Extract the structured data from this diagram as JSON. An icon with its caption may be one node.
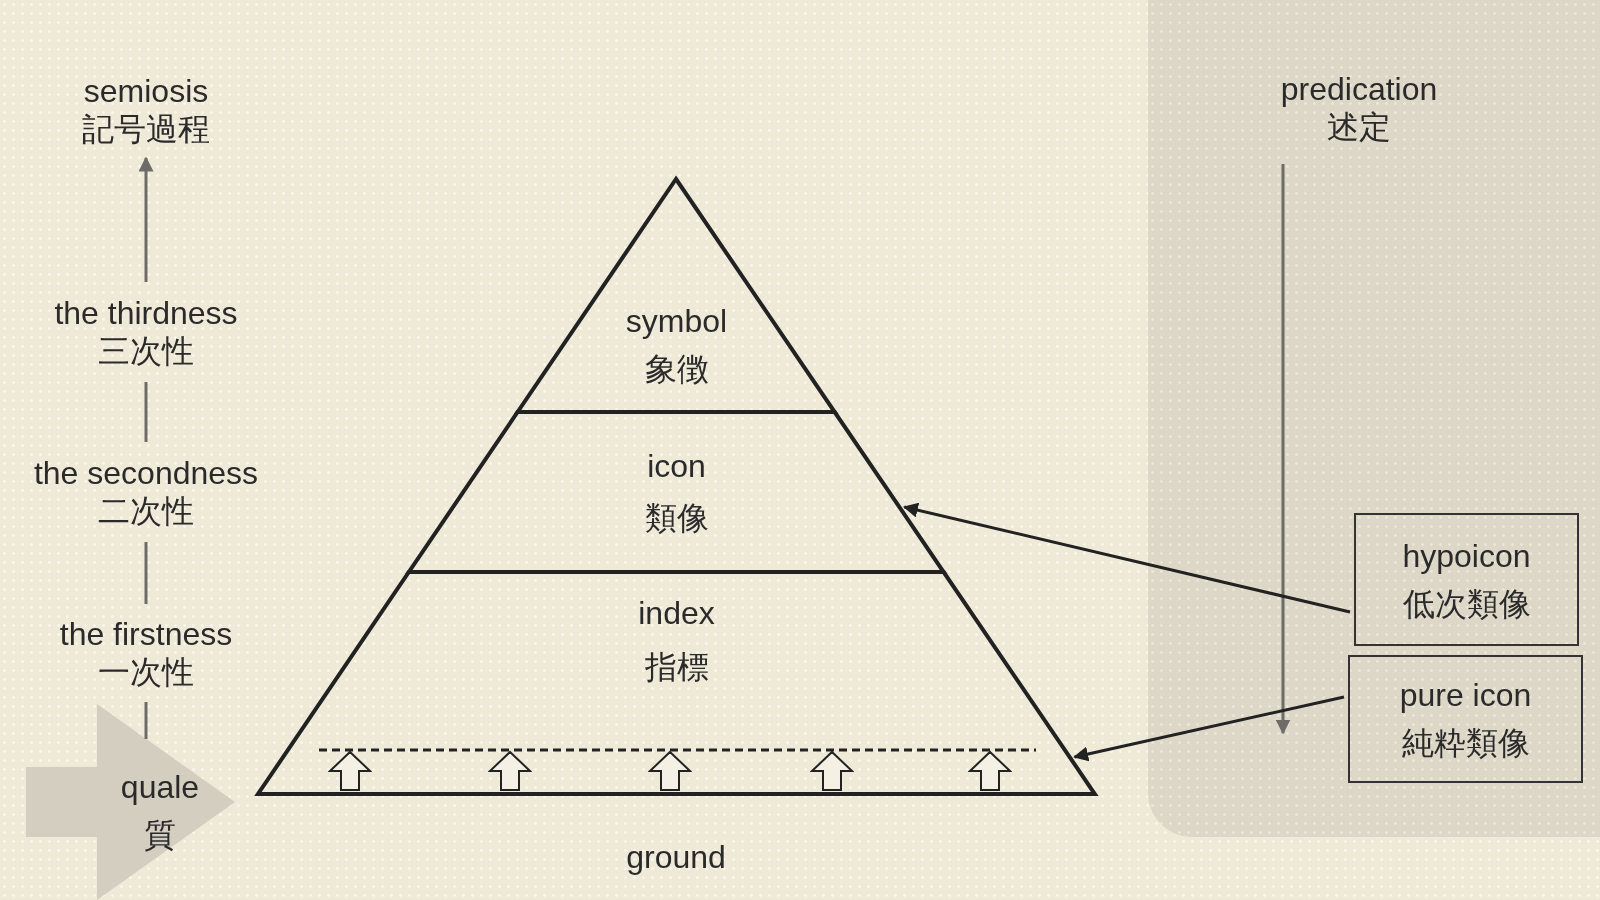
{
  "diagram": {
    "nodes": [
      {
        "text": [
          "semiosis",
          "記号過程"
        ]
      },
      {
        "text": [
          "the thirdness",
          "三次性"
        ]
      },
      {
        "text": [
          "the secondness",
          "二次性"
        ]
      },
      {
        "text": [
          "the firstness",
          "一次性"
        ]
      },
      {
        "text": [
          "quale",
          "質"
        ]
      },
      {
        "text": [
          "symbol",
          "象徴"
        ]
      },
      {
        "text": [
          "icon",
          "類像"
        ]
      },
      {
        "text": [
          "index",
          "指標"
        ]
      },
      {
        "text": [],
        "shape": "bar",
        "in": 7
      },
      {
        "text": [],
        "shape": "box"
      },
      {
        "text": [
          "predication",
          "述定"
        ],
        "in": 9
      },
      {
        "text": [
          "hypoicon",
          "低次類像"
        ],
        "in": 9
      },
      {
        "text": [
          "pure icon",
          "純粋類像"
        ],
        "in": 9
      }
    ],
    "edges": [
      {
        "from": 4,
        "to": 3,
        "arrow": "none",
        "color": "#6e6c66"
      },
      {
        "from": 3,
        "to": 2,
        "arrow": "none",
        "color": "#6e6c66"
      },
      {
        "from": 2,
        "to": 1,
        "arrow": "none",
        "color": "#6e6c66"
      },
      {
        "from": 1,
        "to": 0,
        "arrow": "to",
        "color": "#6e6c66"
      },
      {
        "from": 10,
        "to": null,
        "arrow": "to",
        "color": "#6e6c66"
      },
      {
        "from": 11,
        "to": 6,
        "arrow": "to",
        "color": "#222222"
      },
      {
        "from": 12,
        "to": 8,
        "arrow": "to",
        "color": "#222222"
      }
    ],
    "labels": [
      "ground"
    ]
  }
}
